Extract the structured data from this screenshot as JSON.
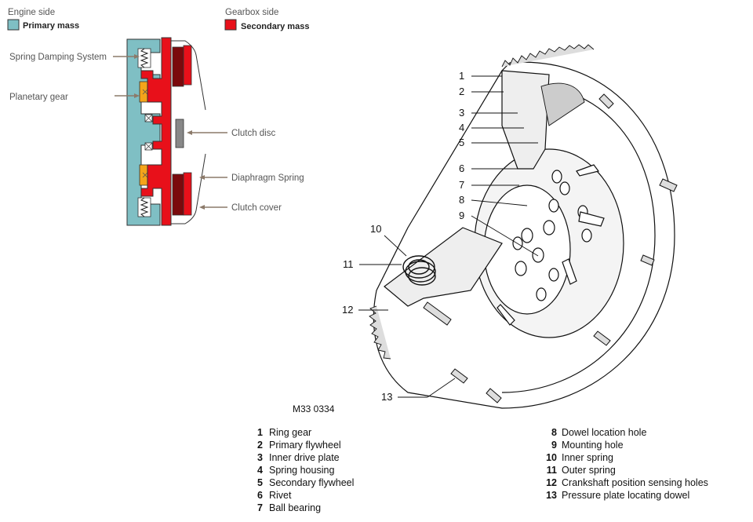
{
  "schematic": {
    "engine_side_label": "Engine side",
    "gearbox_side_label": "Gearbox side",
    "primary_mass_label": "Primary mass",
    "secondary_mass_label": "Secondary mass",
    "primary_color": "#7fbfc4",
    "secondary_color": "#e8101a",
    "callouts": {
      "spring_damping": "Spring Damping System",
      "planetary_gear": "Planetary gear",
      "clutch_disc": "Clutch disc",
      "diaphragm_spring": "Diaphragm Spring",
      "clutch_cover": "Clutch cover"
    }
  },
  "figure": {
    "code": "M33 0334",
    "numbers": [
      "1",
      "2",
      "3",
      "4",
      "5",
      "6",
      "7",
      "8",
      "9",
      "10",
      "11",
      "12",
      "13"
    ]
  },
  "legend": {
    "items": [
      {
        "num": "1",
        "label": "Ring gear"
      },
      {
        "num": "2",
        "label": "Primary flywheel"
      },
      {
        "num": "3",
        "label": "Inner drive plate"
      },
      {
        "num": "4",
        "label": "Spring housing"
      },
      {
        "num": "5",
        "label": "Secondary flywheel"
      },
      {
        "num": "6",
        "label": "Rivet"
      },
      {
        "num": "7",
        "label": "Ball bearing"
      },
      {
        "num": "8",
        "label": "Dowel location hole"
      },
      {
        "num": "9",
        "label": "Mounting hole"
      },
      {
        "num": "10",
        "label": "Inner spring"
      },
      {
        "num": "11",
        "label": "Outer spring"
      },
      {
        "num": "12",
        "label": "Crankshaft position sensing holes"
      },
      {
        "num": "13",
        "label": "Pressure plate locating dowel"
      }
    ]
  }
}
